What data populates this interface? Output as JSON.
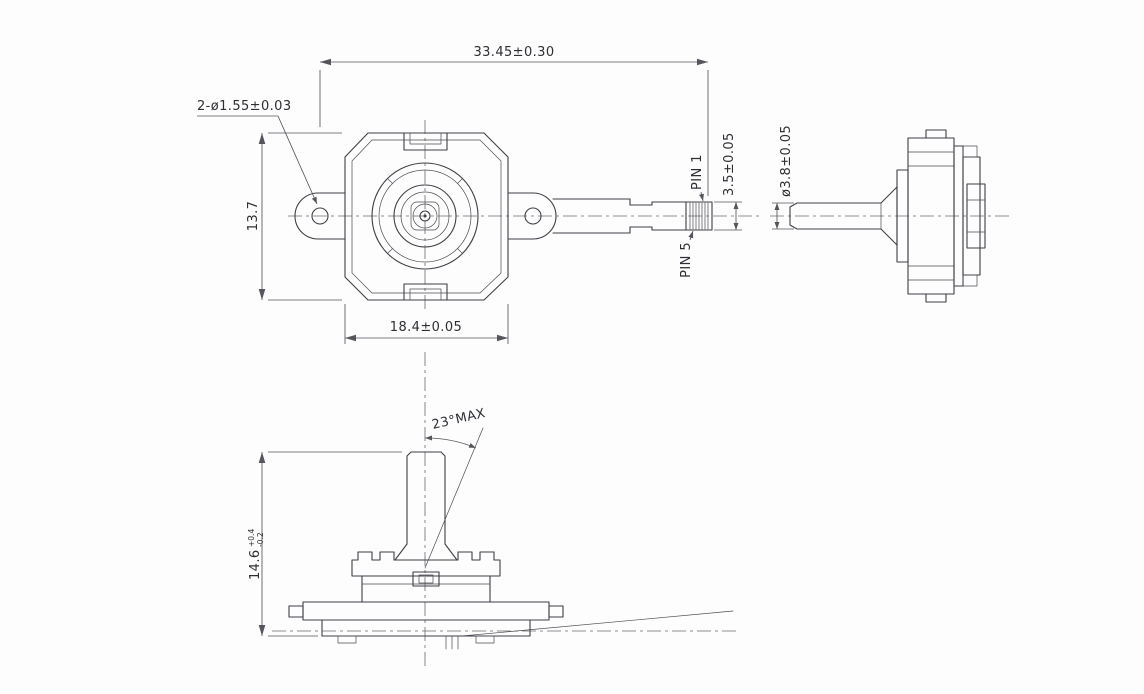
{
  "drawing": {
    "dimensions": {
      "overall_width": "33.45±0.30",
      "mount_holes": "2-ø1.55±0.03",
      "body_height": "13.7",
      "body_width": "18.4±0.05",
      "pin_pitch": "3.5±0.05",
      "shaft_diameter": "ø3.8±0.05",
      "pin1": "PIN 1",
      "pin5": "PIN 5",
      "tilt_angle": "23°MAX",
      "total_height": "14.6",
      "total_height_tol_plus": "+0.4",
      "total_height_tol_minus": "-0.2"
    },
    "colors": {
      "line": "#3f3f46",
      "dimension": "#55555c",
      "background": "#fdfdfd"
    }
  }
}
